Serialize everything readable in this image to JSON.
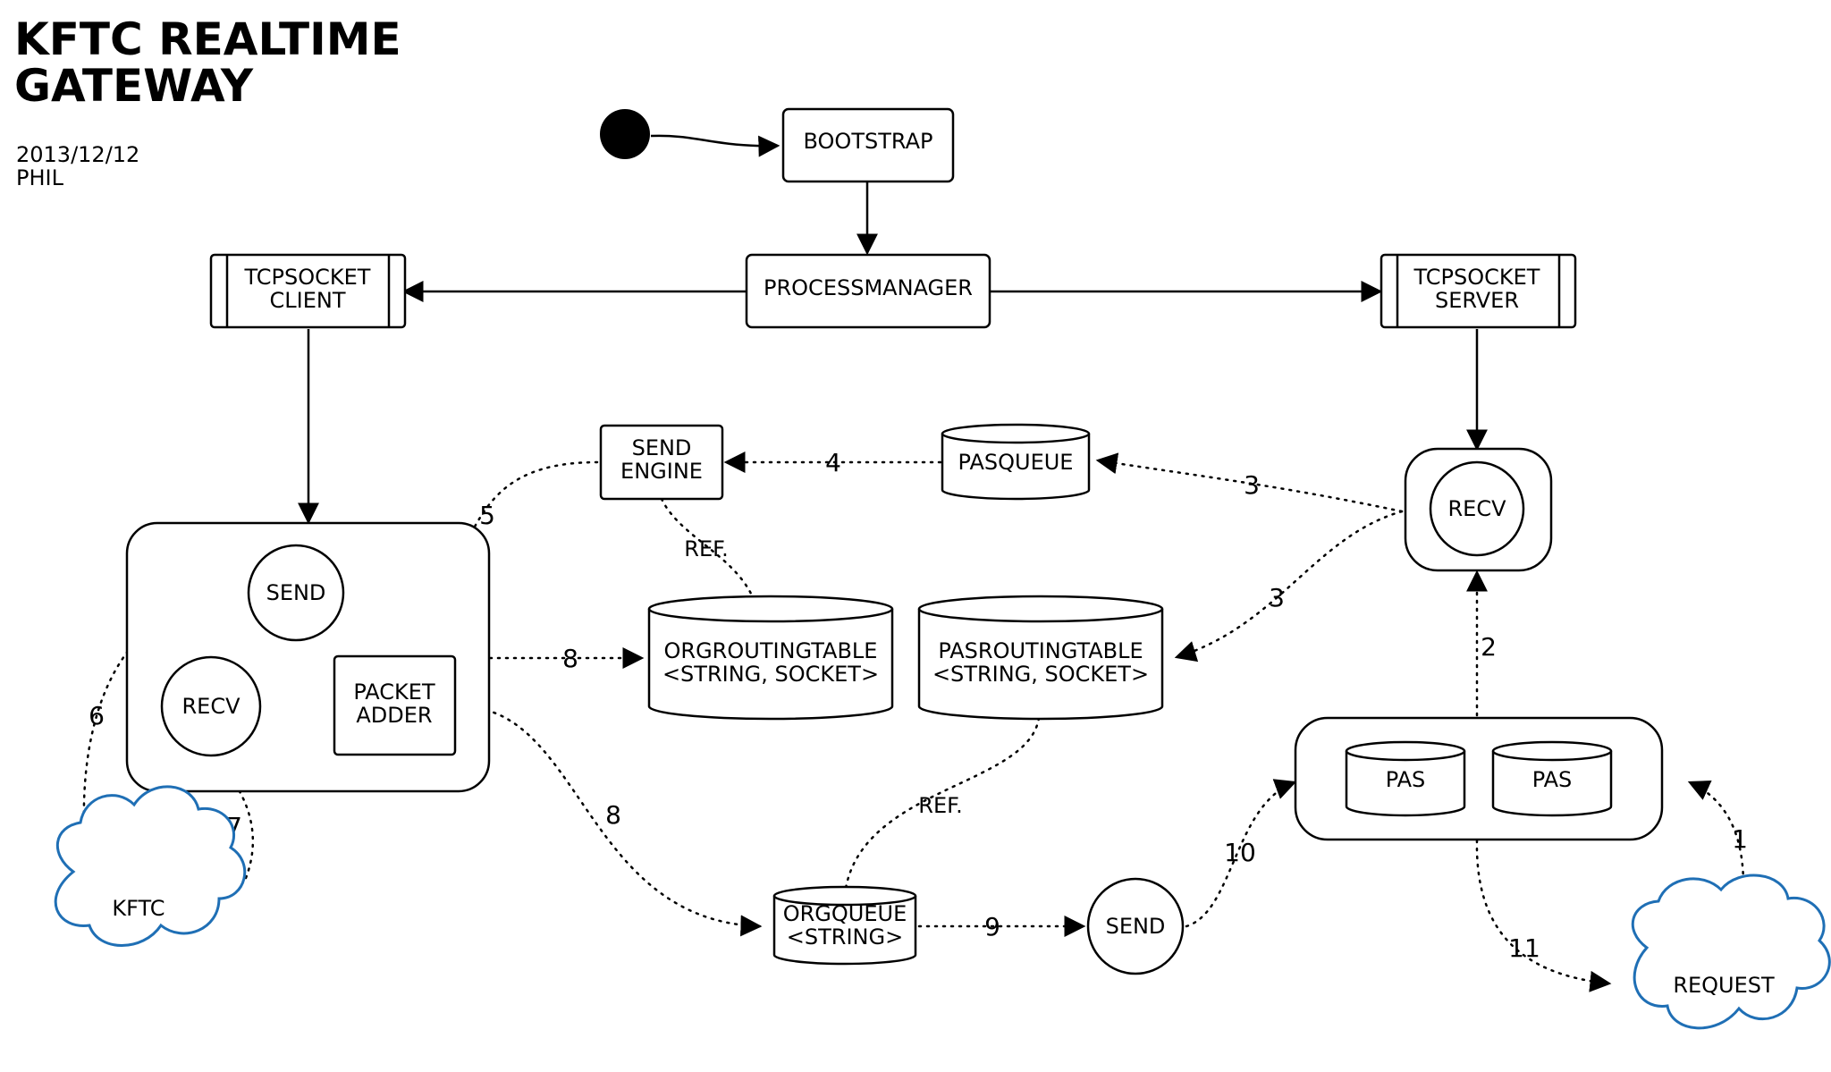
{
  "title": {
    "line1": "KFTC REALTIME",
    "line2": "GATEWAY"
  },
  "meta": {
    "date": "2013/12/12",
    "author": "PHIL"
  },
  "nodes": {
    "bootstrap": "BOOTSTRAP",
    "processmanager": "PROCESSMANAGER",
    "tcpclient": [
      "TCPSOCKET",
      "CLIENT"
    ],
    "tcpserver": [
      "TCPSOCKET",
      "SERVER"
    ],
    "send_engine": [
      "SEND",
      "ENGINE"
    ],
    "pasqueue": "PASQUEUE",
    "recv_server": "RECV",
    "send_client": "SEND",
    "recv_client": "RECV",
    "packet_adder": [
      "PACKET",
      "ADDER"
    ],
    "orgroutingtable": [
      "ORGROUTINGTABLE",
      "<STRING, SOCKET>"
    ],
    "pasroutingtable": [
      "PASROUTINGTABLE",
      "<STRING, SOCKET>"
    ],
    "orgqueue": [
      "ORGQUEUE",
      "<STRING>"
    ],
    "send_bottom": "SEND",
    "pas1": "PAS",
    "pas2": "PAS",
    "kftc": "KFTC",
    "request": "REQUEST"
  },
  "edge_labels": {
    "e1": "1",
    "e2": "2",
    "e3a": "3",
    "e3b": "3",
    "e4": "4",
    "e5": "5",
    "e6": "6",
    "e7": "7",
    "e8a": "8",
    "e8b": "8",
    "e9": "9",
    "e10": "10",
    "e11": "11",
    "ref1": "REF.",
    "ref2": "REF."
  },
  "colors": {
    "cloud": "#1f6fb5",
    "line": "#000000"
  }
}
